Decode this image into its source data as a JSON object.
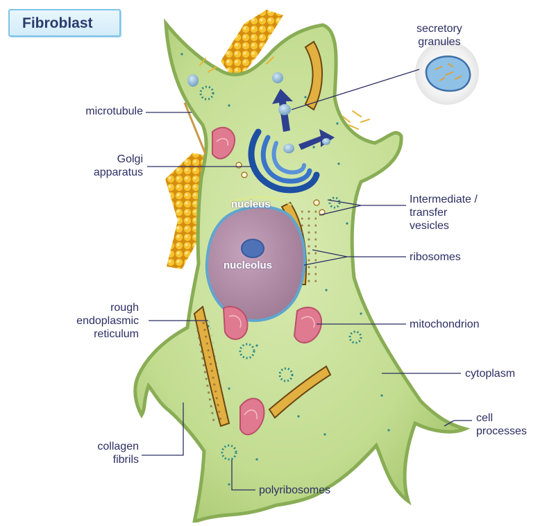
{
  "title": "Fibroblast",
  "labels": {
    "secretory_granules_1": "secretory",
    "secretory_granules_2": "granules",
    "microtubule": "microtubule",
    "golgi_1": "Golgi",
    "golgi_2": "apparatus",
    "intermediate_1": "Intermediate /",
    "intermediate_2": "transfer",
    "intermediate_3": "vesicles",
    "ribosomes": "ribosomes",
    "rough_er_1": "rough",
    "rough_er_2": "endoplasmic",
    "rough_er_3": "reticulum",
    "mitochondrion": "mitochondrion",
    "cytoplasm": "cytoplasm",
    "cell_processes_1": "cell",
    "cell_processes_2": "processes",
    "collagen_1": "collagen",
    "collagen_2": "fibrils",
    "polyribosomes": "polyribosomes",
    "nucleus": "nucleus",
    "nucleolus": "nucleolus"
  },
  "colors": {
    "cytoplasm": "#bcd88a",
    "cell_border": "#8fb35a",
    "nucleus": "#b08aa5",
    "nucleolus": "#5477b7",
    "golgi": "#2f63b5",
    "mitochondrion": "#e0798f",
    "collagen": "#f2b61d",
    "label_text": "#2b2e63",
    "leader_line": "#2b2e63"
  }
}
